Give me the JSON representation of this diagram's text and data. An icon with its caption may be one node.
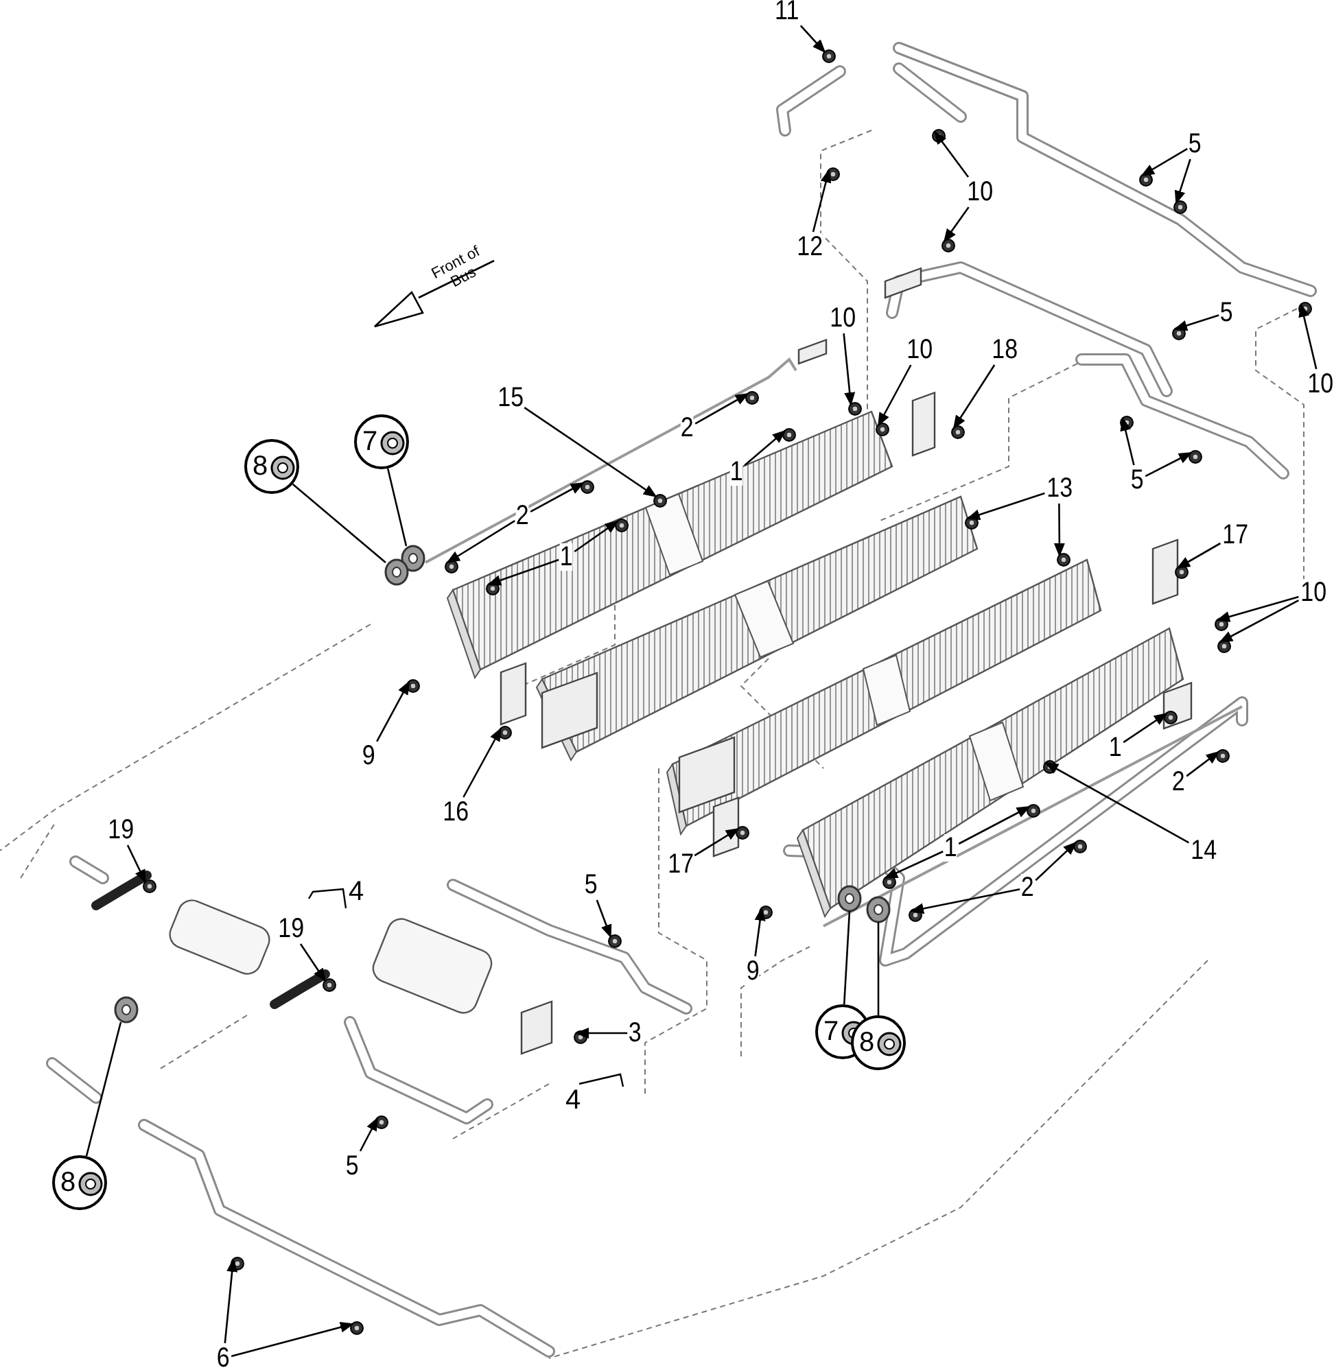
{
  "diagram": {
    "nodes": [
      {
        "text": [
          "11"
        ]
      },
      {
        "text": [
          "10"
        ]
      },
      {
        "text": [
          "12"
        ]
      },
      {
        "text": [
          "5"
        ]
      },
      {
        "text": [
          "5"
        ]
      },
      {
        "text": [
          "10"
        ]
      },
      {
        "text": [
          "10"
        ]
      },
      {
        "text": [
          "10"
        ]
      },
      {
        "text": [
          "18"
        ]
      },
      {
        "text": [
          "15"
        ]
      },
      {
        "text": [
          "2"
        ]
      },
      {
        "text": [
          "1"
        ]
      },
      {
        "text": [
          "7"
        ]
      },
      {
        "text": [
          "8"
        ]
      },
      {
        "text": [
          "2"
        ]
      },
      {
        "text": [
          "1"
        ]
      },
      {
        "text": [
          "5"
        ]
      },
      {
        "text": [
          "13"
        ]
      },
      {
        "text": [
          "17"
        ]
      },
      {
        "text": [
          "10"
        ]
      },
      {
        "text": [
          "9"
        ]
      },
      {
        "text": [
          "16"
        ]
      },
      {
        "text": [
          "1"
        ]
      },
      {
        "text": [
          "2"
        ]
      },
      {
        "text": [
          "14"
        ]
      },
      {
        "text": [
          "1"
        ]
      },
      {
        "text": [
          "2"
        ]
      },
      {
        "text": [
          "19"
        ]
      },
      {
        "text": [
          "5"
        ]
      },
      {
        "text": [
          "17"
        ]
      },
      {
        "text": [
          "9"
        ]
      },
      {
        "text": [
          "19"
        ]
      },
      {
        "text": [
          "3"
        ]
      },
      {
        "text": [
          "7"
        ]
      },
      {
        "text": [
          "8"
        ]
      },
      {
        "text": [
          "8"
        ]
      },
      {
        "text": [
          "5"
        ]
      },
      {
        "text": [
          "6"
        ]
      }
    ],
    "edges": [
      {
        "from": 0,
        "to": null,
        "arrow": "to"
      },
      {
        "from": 1,
        "to": null,
        "arrow": "to"
      },
      {
        "from": 1,
        "to": null,
        "arrow": "to"
      },
      {
        "from": 2,
        "to": null,
        "arrow": "to"
      },
      {
        "from": 3,
        "to": null,
        "arrow": "to"
      },
      {
        "from": 3,
        "to": null,
        "arrow": "to"
      },
      {
        "from": 4,
        "to": null,
        "arrow": "to"
      },
      {
        "from": 5,
        "to": null,
        "arrow": "to"
      },
      {
        "from": 6,
        "to": null,
        "arrow": "to"
      },
      {
        "from": 7,
        "to": null,
        "arrow": "to"
      },
      {
        "from": 8,
        "to": null,
        "arrow": "to"
      },
      {
        "from": 9,
        "to": null,
        "arrow": "to"
      },
      {
        "from": 10,
        "to": null,
        "arrow": "to"
      },
      {
        "from": 11,
        "to": null,
        "arrow": "to"
      },
      {
        "from": 12,
        "to": null,
        "arrow": "none"
      },
      {
        "from": 13,
        "to": null,
        "arrow": "none"
      },
      {
        "from": 14,
        "to": null,
        "arrow": "to"
      },
      {
        "from": 14,
        "to": null,
        "arrow": "to"
      },
      {
        "from": 15,
        "to": null,
        "arrow": "to"
      },
      {
        "from": 15,
        "to": null,
        "arrow": "to"
      },
      {
        "from": 16,
        "to": null,
        "arrow": "to"
      },
      {
        "from": 16,
        "to": null,
        "arrow": "to"
      },
      {
        "from": 17,
        "to": null,
        "arrow": "to"
      },
      {
        "from": 17,
        "to": null,
        "arrow": "to"
      },
      {
        "from": 18,
        "to": null,
        "arrow": "to"
      },
      {
        "from": 19,
        "to": null,
        "arrow": "to"
      },
      {
        "from": 19,
        "to": null,
        "arrow": "to"
      },
      {
        "from": 20,
        "to": null,
        "arrow": "to"
      },
      {
        "from": 21,
        "to": null,
        "arrow": "to"
      },
      {
        "from": 22,
        "to": null,
        "arrow": "to"
      },
      {
        "from": 23,
        "to": null,
        "arrow": "to"
      },
      {
        "from": 24,
        "to": null,
        "arrow": "to"
      },
      {
        "from": 25,
        "to": null,
        "arrow": "to"
      },
      {
        "from": 25,
        "to": null,
        "arrow": "to"
      },
      {
        "from": 26,
        "to": null,
        "arrow": "to"
      },
      {
        "from": 26,
        "to": null,
        "arrow": "to"
      },
      {
        "from": 27,
        "to": null,
        "arrow": "to"
      },
      {
        "from": 28,
        "to": null,
        "arrow": "to"
      },
      {
        "from": 29,
        "to": null,
        "arrow": "to"
      },
      {
        "from": 30,
        "to": null,
        "arrow": "to"
      },
      {
        "from": 31,
        "to": null,
        "arrow": "to"
      },
      {
        "from": 32,
        "to": null,
        "arrow": "to"
      },
      {
        "from": 33,
        "to": null,
        "arrow": "none"
      },
      {
        "from": 34,
        "to": null,
        "arrow": "none"
      },
      {
        "from": 35,
        "to": null,
        "arrow": "none"
      },
      {
        "from": 36,
        "to": null,
        "arrow": "to"
      },
      {
        "from": 37,
        "to": null,
        "arrow": "to"
      },
      {
        "from": 37,
        "to": null,
        "arrow": "to"
      }
    ],
    "labels": [
      "Front of Bus",
      "4",
      "4"
    ]
  }
}
